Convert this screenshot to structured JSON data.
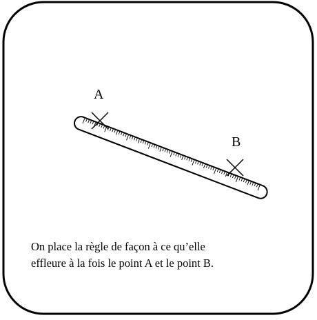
{
  "figure": {
    "point_a_label": "A",
    "point_b_label": "B",
    "caption_lines": [
      "On place la règle de façon à ce qu’elle",
      "effleure à la fois le point A et le point B."
    ]
  },
  "colors": {
    "stroke": "#000000",
    "background": "#ffffff"
  }
}
